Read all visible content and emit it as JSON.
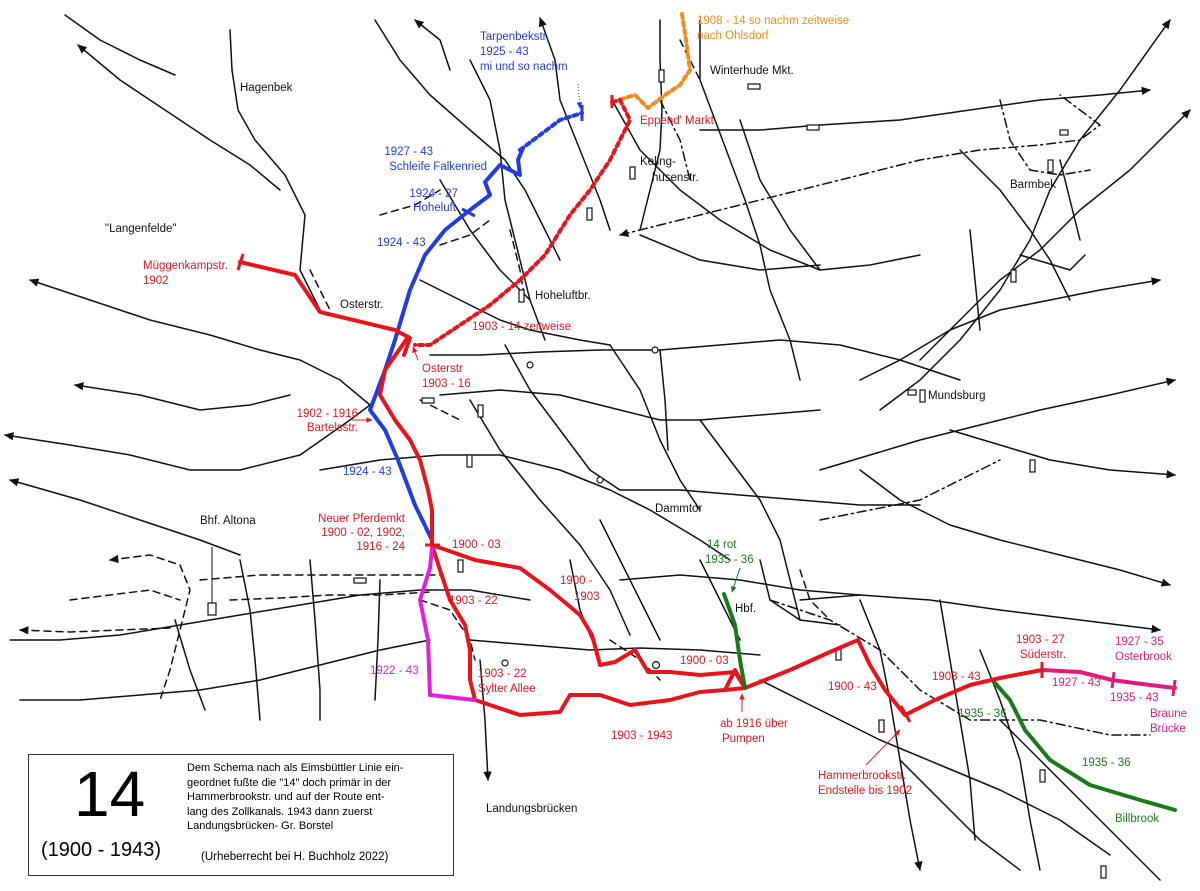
{
  "colors": {
    "network": "#111111",
    "red": "#e8141b",
    "blue": "#1f3de0",
    "orange": "#f28a1e",
    "green": "#1a7a1a",
    "magenta": "#e020d8",
    "pink": "#e21a7d"
  },
  "labels": {
    "tarpenbek": [
      "Tarpenbekstr.",
      "1925 - 43",
      "mi und so nachm"
    ],
    "ohlsdorf": [
      "1908 - 14 so nachm zeitweise",
      "nach Ohlsdorf"
    ],
    "winterhude": "Winterhude Mkt.",
    "eppendorf": "Eppend' Markt",
    "hagenbek": "Hagenbek",
    "falkenried": [
      "1927 - 43",
      "Schleife Falkenried"
    ],
    "keling": [
      "Keling-",
      "husenstr."
    ],
    "hoheluft": [
      "1924 - 27",
      "Hoheluft"
    ],
    "barmbek": "Barmbek",
    "langenfelde": "\"Langenfelde\"",
    "blue_1924_a": "1924 - 43",
    "mueggenkamp": [
      "Müggenkampstr.",
      "1902"
    ],
    "hoheluftbr": "Hoheluftbr.",
    "osterstr_black": "Osterstr.",
    "red_1903_14": "1903 - 14 zeitweise",
    "osterstr_red": [
      "Osterstr",
      "1903 - 16"
    ],
    "mundsburg": "Mundsburg",
    "bartels": [
      "1902 - 1916",
      "Bartelsstr."
    ],
    "blue_1924_b": "1924 - 43",
    "dammtor": "Dammtor",
    "altona": "Bhf. Altona",
    "pferdemkt": [
      "Neuer Pferdemkt",
      "1900 - 02, 1902,",
      "1916 - 24"
    ],
    "red_1900_03_a": "1900 - 03",
    "rot14": [
      "14 rot",
      "1935 - 36"
    ],
    "red_1900_1903": [
      "1900 -",
      "1903"
    ],
    "hbf": "Hbf.",
    "red_1903_22": "1903 - 22",
    "suederstr": [
      "1903 - 27",
      "Süderstr."
    ],
    "osterbrook": [
      "1927 - 35",
      "Osterbrook"
    ],
    "red_1900_03_b": "1900 - 03",
    "magenta_1922": "1922 - 43",
    "sylter": [
      "1903 - 22",
      "Sylter Allee"
    ],
    "red_1900_43": "1900 - 43",
    "red_1903_43": "1903 - 43",
    "pink_1927_43": "1927 - 43",
    "pink_1935_43": "1935 - 43",
    "braune": [
      "Braune",
      "Brücke"
    ],
    "green_1935_36_a": "1935 - 36",
    "pumpen": [
      "ab 1916 über",
      "Pumpen"
    ],
    "red_1903_1943": "1903 - 1943",
    "green_1935_36_b": "1935 - 36",
    "hammerbrook": [
      "Hammerbrookstr.",
      "Endstelle bis 1902"
    ],
    "landungs": "Landungsbrücken",
    "billbrook": "Billbrook"
  },
  "legend": {
    "number": "14",
    "years": "(1900 - 1943)",
    "description": [
      "Dem Schema nach als Eimsbüttler Linie  ein-",
      "geordnet fußte die \"14\" doch primär in der",
      "Hammerbrookstr. und auf der Route ent-",
      "lang des Zollkanals. 1943 dann zuerst",
      "Landungsbrücken- Gr. Borstel"
    ],
    "copyright": "(Urheberrecht bei H. Buchholz 2022)"
  }
}
